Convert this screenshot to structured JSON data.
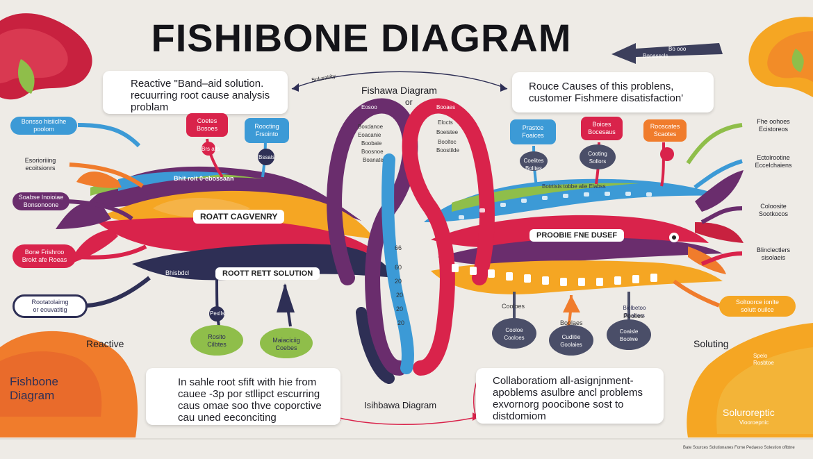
{
  "title": "FISHIBONE DIAGRAM",
  "colors": {
    "red": "#d9234b",
    "orange": "#f07c2c",
    "blue": "#3c9ad6",
    "purple": "#6a2d6d",
    "navy": "#2e2f55",
    "green": "#8fbe4a",
    "yellow": "#f5a623",
    "background": "#eeebe6"
  },
  "top_center": {
    "label": "Fishawa Diagram",
    "or": "or",
    "small_arrow_label": "Soluraitity"
  },
  "top_right_arrow_labels": [
    "Bo ooo",
    "Bonasscls"
  ],
  "callout_top_left": {
    "line1": "Reactive \"Band–aid solution.",
    "line2": "recuurring root cause analysis",
    "line3": "problam"
  },
  "callout_top_right": {
    "line1": "Rouce Causes  of this problens,",
    "line2": "customer Fishmere disatisfaction'"
  },
  "callout_bottom_left": {
    "line1": "In sahle root sfift with hie from",
    "line2": "cauee -3p por stllipct escurring",
    "line3": "caus omae soo thve  coporctive",
    "line4": "cau uned eeconciting"
  },
  "callout_bottom_right": {
    "line1": "Collaboratiom all-asignjnment-",
    "line2": "apoblems  asulbre ancl problems",
    "line3": "exvornorg poocibone sost to",
    "line4": "distdomiom"
  },
  "left_labels": [
    {
      "l1": "Bonsso hisiiclhe",
      "l2": "poolom"
    },
    {
      "l1": "Esorioriiing",
      "l2": "ecoitsionrs"
    },
    {
      "l1": "Soabse Inoioiae",
      "l2": "Bonsonoone"
    },
    {
      "l1": "Bone Frishroo",
      "l2": "Brokt afe Roeas"
    },
    {
      "l1": "Rootatolaimg",
      "l2": "or eouvatitig"
    }
  ],
  "right_labels": [
    {
      "l1": "Fhe oohoes",
      "l2": "Ecistoreos"
    },
    {
      "l1": "Ectolrootine",
      "l2": "Eccelchaiens"
    },
    {
      "l1": "Coloosite",
      "l2": "Sootkocos"
    },
    {
      "l1": "Blinclectlers",
      "l2": "sisolaeis"
    },
    {
      "l1": "Soltoorce ionlte",
      "l2": "solutt ouilce"
    }
  ],
  "side_words": {
    "reactive": "Reactive",
    "soluting": "Soluting"
  },
  "corner_bottom_left": {
    "l1": "Fishbone",
    "l2": "Diagram"
  },
  "corner_bottom_right": {
    "l1": "Soluroreptic",
    "l2": "Viooroepnic"
  },
  "corner_right_tag": {
    "l1": "Spelo",
    "l2": "Rosbtoe"
  },
  "bottom_center_label": "Isihbawa Diagram",
  "footer": "Bate Sources Solutionanes Fome Pedaeso Solestion oflbtne",
  "left_fish": {
    "band_top": "Bhit roit 0-ebossaan",
    "head_label": "ROATT CAGVENRY",
    "root_label": "ROOTT RETT SOLUTION",
    "root_prefix": "Bhisbdcl",
    "top_pills": [
      {
        "l1": "Coetes",
        "l2": "Bosoes"
      },
      {
        "l1": "Roocting",
        "l2": "Frsointo"
      }
    ],
    "top_tags": [
      {
        "text": "Brs alls"
      },
      {
        "text": "Bssats"
      }
    ],
    "bottom_pills": [
      {
        "l1": "Rosito",
        "l2": "Cilbtes"
      },
      {
        "l1": "Maiaciciig",
        "l2": "Coebes"
      }
    ],
    "bottom_tags": [
      {
        "text": "Pexlls"
      }
    ]
  },
  "right_fish": {
    "band_top": "Botrtisis tobbe  alie Elabss",
    "head_label": "PROOBIE FNE DUSEF",
    "top_pills": [
      {
        "l1": "Prastce",
        "l2": "Foaices"
      },
      {
        "l1": "Boices",
        "l2": "Bocesaus"
      },
      {
        "l1": "Rooscates",
        "l2": "Scaotes"
      }
    ],
    "top_dark": [
      {
        "l1": "Coelites",
        "l2": "Bolites"
      },
      {
        "l1": "Cooting",
        "l2": "Sollors"
      }
    ],
    "bottom_dark": [
      {
        "l1": "Cooloe",
        "l2": "Cooloes"
      },
      {
        "l1": "Cudlitie",
        "l2": "Goolaies"
      },
      {
        "l1": "Coaisle",
        "l2": "Boolwe"
      },
      {
        "l1": "Biclbetoo",
        "l2": "Boabers"
      }
    ],
    "bottom_tags": [
      {
        "text": "Cooloes"
      },
      {
        "text": "Boolaes"
      },
      {
        "text": "Poolies"
      }
    ]
  },
  "center_loop": {
    "left_strands": [
      "Eosoo",
      "Boxdanoe",
      "Eoacanie",
      "Boobaie",
      "Boosnoe",
      "Boanate"
    ],
    "right_strands": [
      "Booaes",
      "Elocts",
      "Boeistee",
      "Booltoc",
      "Boostilde"
    ],
    "numbers": [
      "66",
      "60",
      "20",
      "20",
      "20",
      "20"
    ]
  }
}
